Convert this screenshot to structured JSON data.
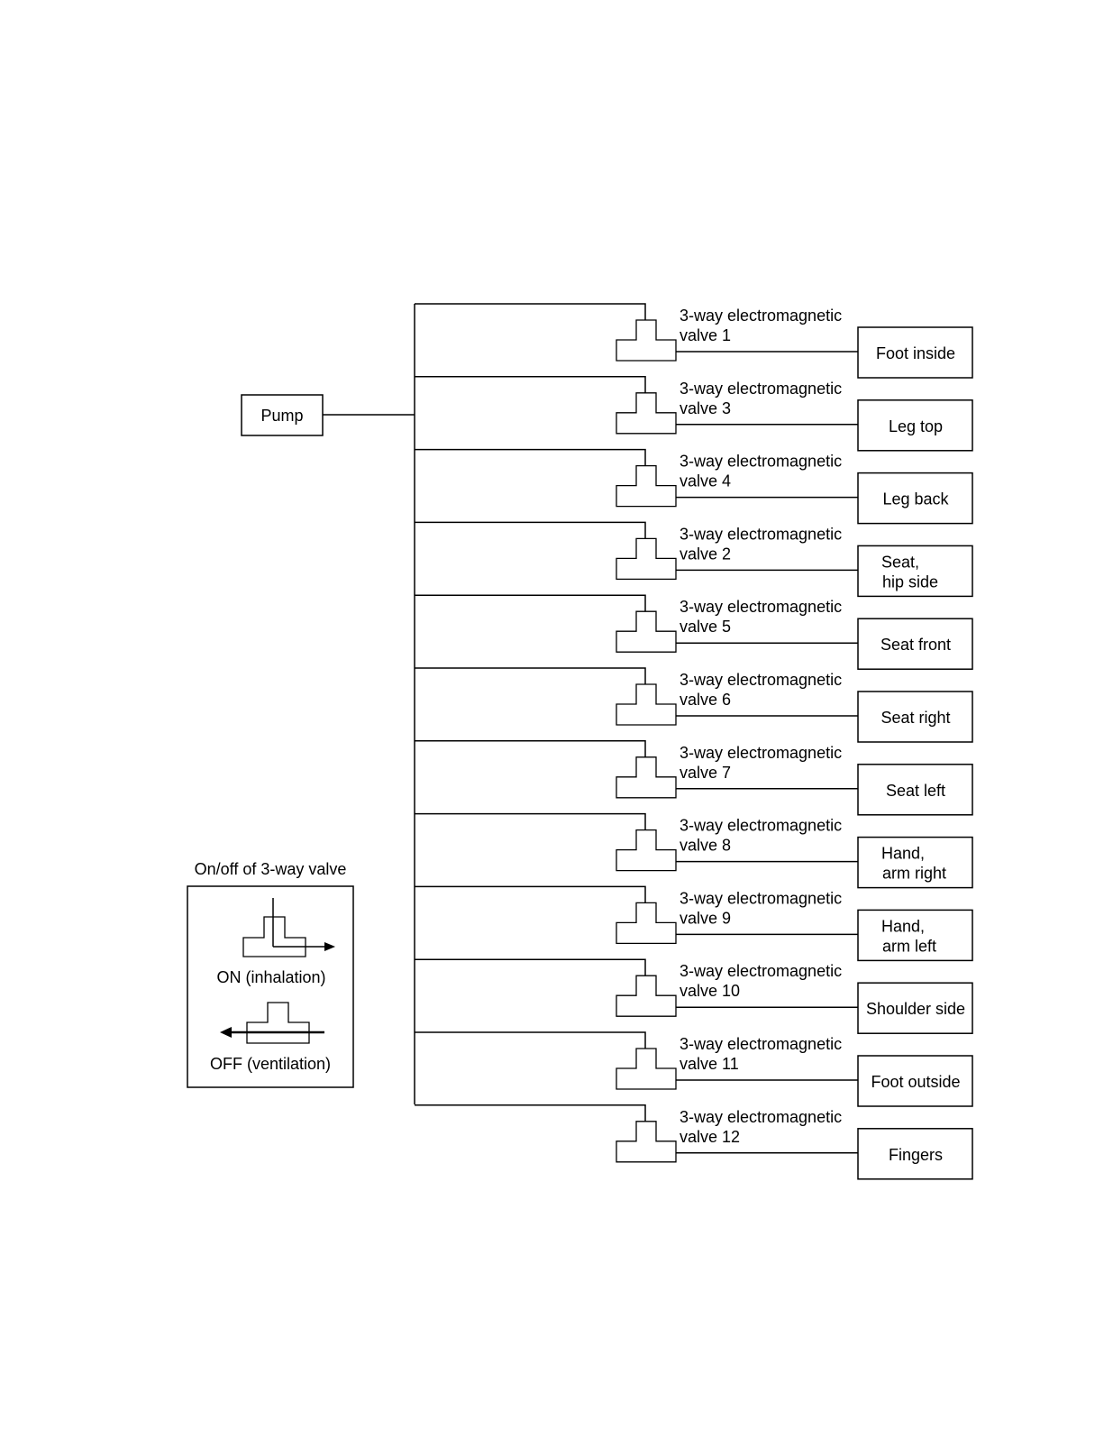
{
  "pump": {
    "label": "Pump"
  },
  "legend": {
    "title": "On/off of 3-way valve",
    "on_label": "ON (inhalation)",
    "off_label": "OFF (ventilation)"
  },
  "valve_text_prefix": "3-way electromagnetic",
  "branches": [
    {
      "valve": "valve 1",
      "target": [
        "Foot inside"
      ]
    },
    {
      "valve": "valve 3",
      "target": [
        "Leg top"
      ]
    },
    {
      "valve": "valve 4",
      "target": [
        "Leg back"
      ]
    },
    {
      "valve": "valve 2",
      "target": [
        "Seat,",
        "hip side"
      ]
    },
    {
      "valve": "valve 5",
      "target": [
        "Seat front"
      ]
    },
    {
      "valve": "valve 6",
      "target": [
        "Seat right"
      ]
    },
    {
      "valve": "valve 7",
      "target": [
        "Seat left"
      ]
    },
    {
      "valve": "valve 8",
      "target": [
        "Hand,",
        "arm right"
      ]
    },
    {
      "valve": "valve 9",
      "target": [
        "Hand,",
        "arm left"
      ]
    },
    {
      "valve": "valve 10",
      "target": [
        "Shoulder side"
      ]
    },
    {
      "valve": "valve 11",
      "target": [
        "Foot outside"
      ]
    },
    {
      "valve": "valve 12",
      "target": [
        "Fingers"
      ]
    }
  ]
}
